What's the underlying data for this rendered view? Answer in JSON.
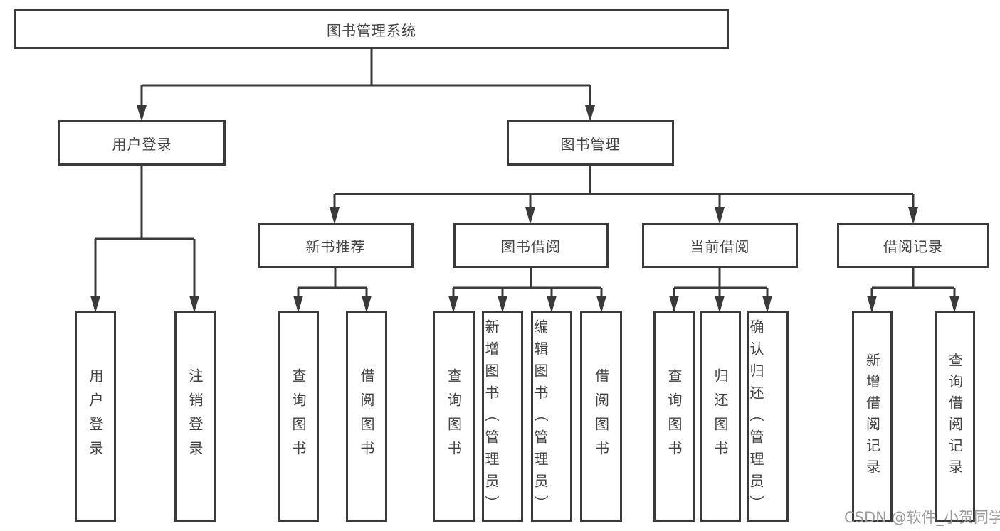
{
  "tree": {
    "root": {
      "label": "图书管理系统"
    },
    "branches": [
      {
        "label": "用户登录",
        "children": [
          {
            "label": "用户登录"
          },
          {
            "label": "注销登录"
          }
        ]
      },
      {
        "label": "图书管理",
        "children": [
          {
            "label": "新书推荐",
            "children": [
              {
                "label": "查询图书"
              },
              {
                "label": "借阅图书"
              }
            ]
          },
          {
            "label": "图书借阅",
            "children": [
              {
                "label": "查询图书"
              },
              {
                "label": "新增图书（管理员）"
              },
              {
                "label": "编辑图书（管理员）"
              },
              {
                "label": "借阅图书"
              }
            ]
          },
          {
            "label": "当前借阅",
            "children": [
              {
                "label": "查询图书"
              },
              {
                "label": "归还图书"
              },
              {
                "label": "确认归还（管理员）"
              }
            ]
          },
          {
            "label": "借阅记录",
            "children": [
              {
                "label": "新增借阅记录"
              },
              {
                "label": "查询借阅记录"
              }
            ]
          }
        ]
      }
    ]
  },
  "watermark": {
    "text": "CSDN @软件_小贺同学"
  },
  "colors": {
    "line": "#3a3a3a",
    "box_border": "#3a3a3a",
    "text": "#424242",
    "watermark": "#9c9c9c",
    "background": "#ffffff"
  }
}
